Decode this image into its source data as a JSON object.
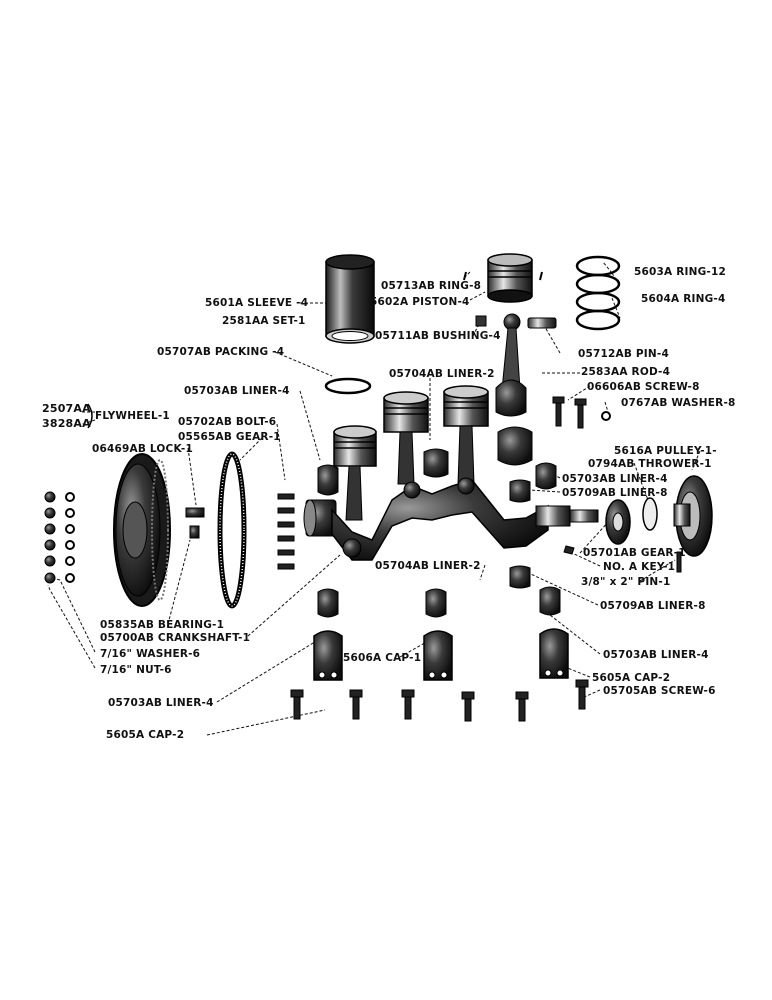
{
  "labels": {
    "ring_8": "05713AB RING-8",
    "piston_4": "5602A PISTON-4",
    "bushing_4": "05711AB BUSHING-4",
    "sleeve_4": "5601A SLEEVE -4",
    "set_1": "2581AA SET-1",
    "ring_12": "5603A RING-12",
    "ring_4": "5604A RING-4",
    "pin_4": "05712AB PIN-4",
    "rod_4": "2583AA ROD-4",
    "screw_8": "06606AB SCREW-8",
    "washer_8": "0767AB WASHER-8",
    "packing_4": "05707AB PACKING -4",
    "liner_2_top": "05704AB LINER-2",
    "liner_4_left": "05703AB LINER-4",
    "flywheel_num_1": "2507AA",
    "flywheel_num_2": "3828AA",
    "flywheel": "FLYWHEEL-1",
    "bolt_6": "05702AB BOLT-6",
    "gear_1_left": "05565AB GEAR-1",
    "lock_1": "06469AB LOCK-1",
    "pulley_1": "5616A PULLEY-1-",
    "thrower_1": "0794AB THROWER-1",
    "liner_4_right": "05703AB LINER-4",
    "liner_8_right": "05709AB LINER-8",
    "gear_1_right": "05701AB GEAR-1",
    "key_1": "NO. A KEY-1",
    "pin_1": "3/8\" x 2\" PIN-1",
    "liner_2_mid": "05704AB LINER-2",
    "liner_8_lower": "05709AB LINER-8",
    "bearing_1": "05835AB BEARING-1",
    "crankshaft_1": "05700AB CRANKSHAFT-1",
    "washer_6": "7/16\" WASHER-6",
    "nut_6": "7/16\" NUT-6",
    "cap_1": "5606A CAP-1",
    "liner_4_lower_right": "05703AB LINER-4",
    "cap_2_right": "5605A CAP-2",
    "screw_6": "05705AB SCREW-6",
    "liner_4_lower_left": "05703AB LINER-4",
    "cap_2_left": "5605A CAP-2"
  }
}
